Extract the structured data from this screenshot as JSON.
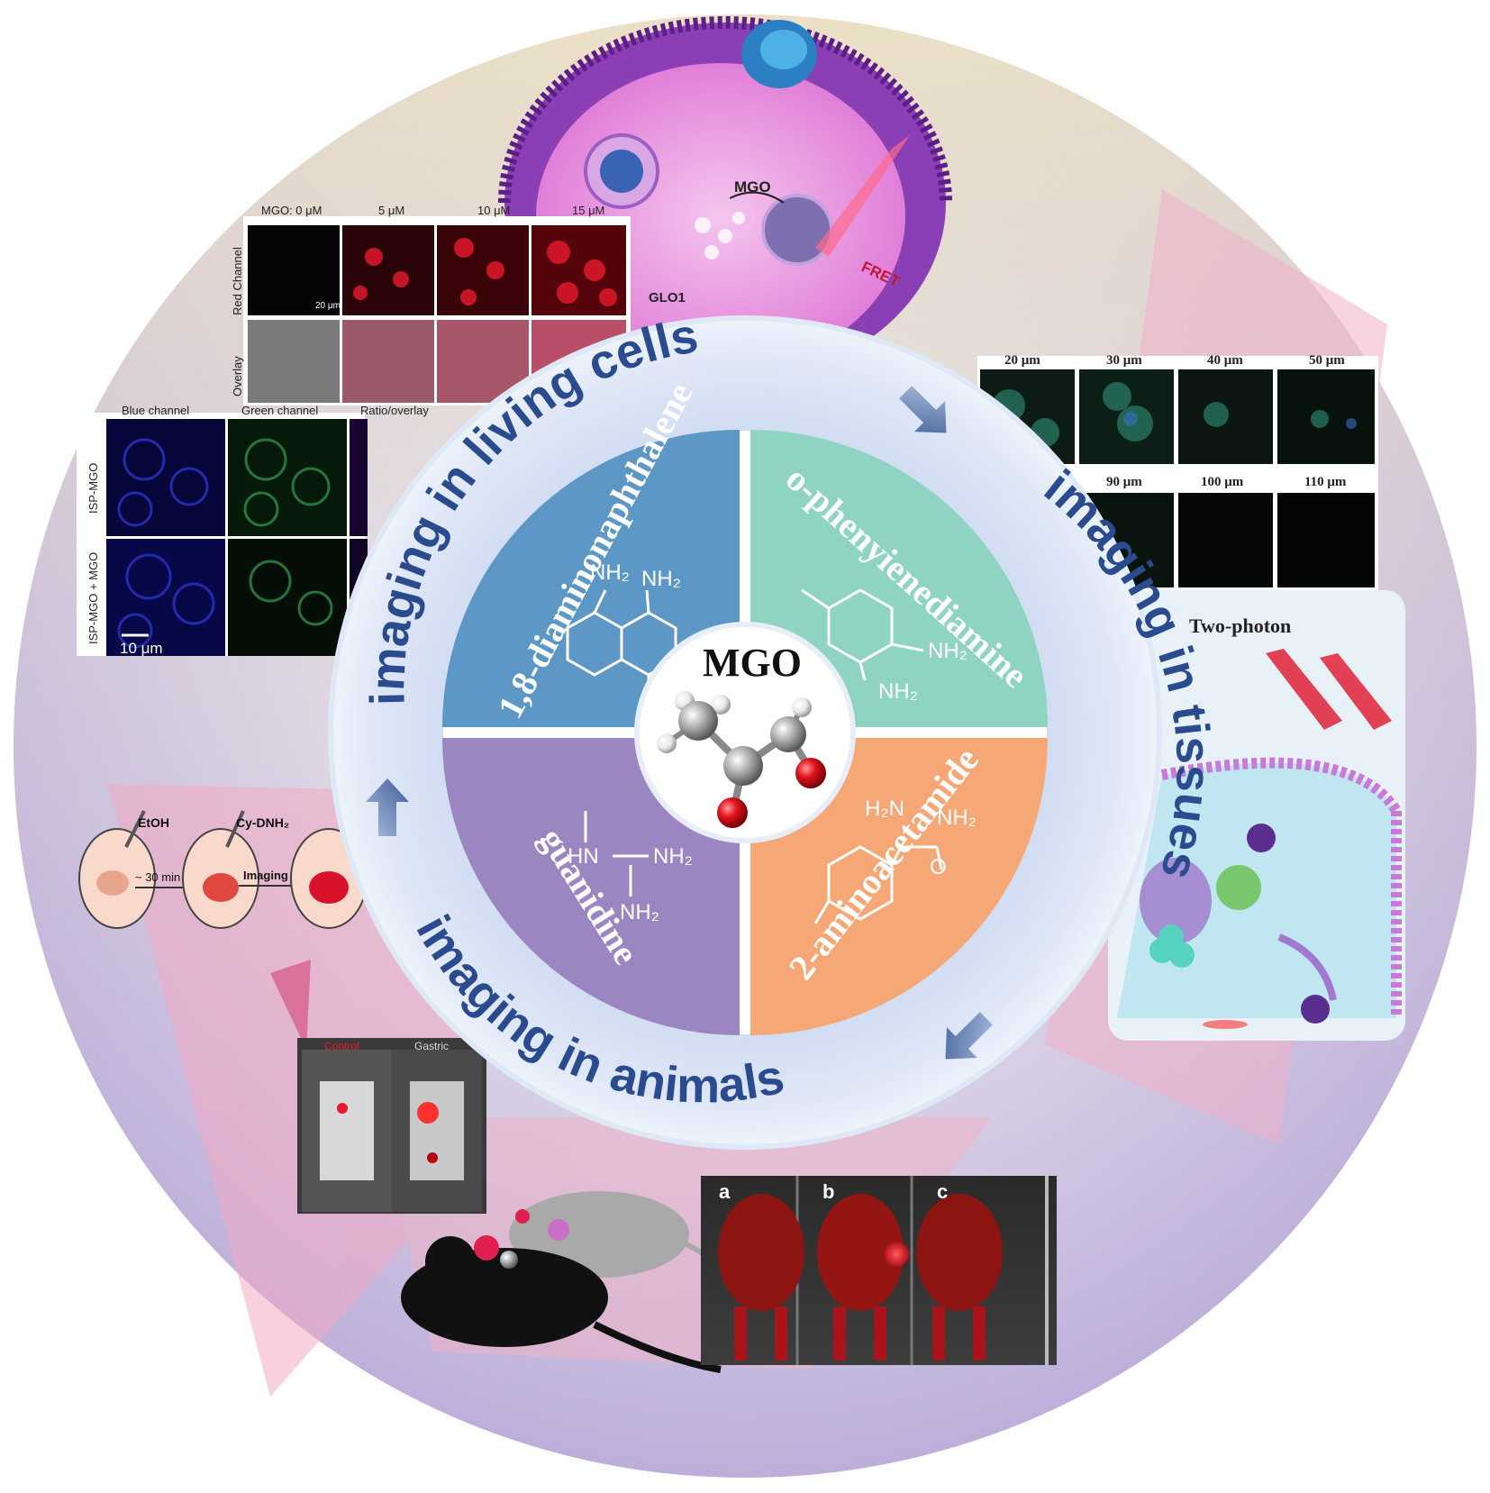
{
  "center": {
    "label": "MGO"
  },
  "quadrants": [
    {
      "name": "1,8-diaminonaphthalene",
      "groups": [
        "NH₂",
        "NH₂"
      ]
    },
    {
      "name": "o-phenyienediamine",
      "groups": [
        "NH₂",
        "NH₂"
      ]
    },
    {
      "name": "guanidine",
      "groups": [
        "HN",
        "NH₂",
        "NH₂"
      ]
    },
    {
      "name": "2-aminoacetamide",
      "groups": [
        "H₂N",
        "NH₂",
        "O"
      ]
    }
  ],
  "ring_labels": {
    "cells": "imaging in living cells",
    "tissues": "imaging in tissues",
    "animals": "imaging in animals"
  },
  "cells_panel_top": {
    "columns": [
      "MGO: 0 μM",
      "5 μM",
      "10 μM",
      "15 μM"
    ],
    "rows": [
      "Red Channel",
      "Overlay"
    ],
    "scale": "20 μm"
  },
  "cells_panel_bottom": {
    "columns": [
      "Blue channel",
      "Green channel",
      "Ratio/overlay"
    ],
    "rows": [
      "ISP-MGO",
      "ISP-MGO + MGO"
    ],
    "scale": "10 μm"
  },
  "cell_schematic": {
    "labels": [
      "MGO",
      "FRET",
      "GLO1"
    ]
  },
  "tissue_panel": {
    "row1": [
      "20 μm",
      "30 μm",
      "40 μm",
      "50 μm"
    ],
    "row2": [
      "90 μm",
      "100 μm",
      "110 μm"
    ]
  },
  "two_photon": {
    "label": "Two-photon"
  },
  "animal_scheme": {
    "labels": [
      "EtOH",
      "Cy-DNH₂",
      "~ 30 min",
      "Imaging"
    ]
  },
  "gastric_panel": {
    "labels": [
      "Control",
      "Gastric"
    ]
  },
  "mice_panel": {
    "labels": [
      "a",
      "b",
      "c"
    ]
  }
}
